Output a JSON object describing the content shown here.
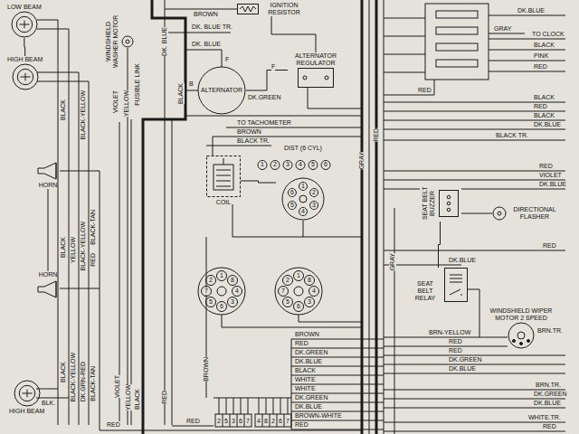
{
  "diagram": {
    "nodes": [
      {
        "text": [
          "LOW BEAM"
        ]
      },
      {
        "text": [
          "IGNITION RESISTOR"
        ]
      },
      {
        "text": [
          "WINDSHIELD WASHER MOTOR"
        ]
      },
      {
        "text": [
          "HIGH BEAM"
        ]
      },
      {
        "text": [
          "ALTERNATOR REGULATOR"
        ]
      },
      {
        "text": [
          "ALTERNATOR"
        ]
      },
      {
        "text": [
          "COIL"
        ]
      },
      {
        "text": [
          "DIST (6 CYL)"
        ]
      },
      {
        "text": [
          "HORN"
        ]
      },
      {
        "text": [
          "SEAT BELT BUZZER"
        ]
      },
      {
        "text": [
          "DIRECTIONAL FLASHER"
        ]
      },
      {
        "text": [
          "HORN"
        ]
      },
      {
        "text": [
          "SEAT BELT RELAY"
        ]
      },
      {
        "text": [
          "WINDSHIELD WIPER MOTOR 2 SPEED"
        ]
      },
      {
        "text": [
          "HIGH BEAM"
        ]
      }
    ],
    "edges": [
      {
        "from": 0,
        "to": 3,
        "arrow": "none"
      },
      {
        "from": 5,
        "to": 4,
        "arrow": "none"
      },
      {
        "from": 4,
        "to": 1,
        "arrow": "none"
      },
      {
        "from": 6,
        "to": 7,
        "arrow": "none"
      },
      {
        "from": 8,
        "to": 11,
        "arrow": "none"
      },
      {
        "from": 9,
        "to": 12,
        "arrow": "none"
      }
    ],
    "labels": [
      "VIOLET",
      "YELLOW",
      "FUSIBLE LINK",
      "BLACK",
      "DK. BLUE",
      "BROWN",
      "DK. BLUE TR.",
      "DK. BLUE",
      "F",
      "B",
      "DK.GREEN",
      "F",
      "TO TACHOMETER",
      "BROWN",
      "BLACK TR.",
      "GRAY",
      "RED",
      "1",
      "2",
      "3",
      "4",
      "5",
      "6",
      "1",
      "2",
      "3",
      "4",
      "5",
      "6",
      "1",
      "8",
      "4",
      "3",
      "6",
      "5",
      "7",
      "2",
      "1",
      "8",
      "4",
      "3",
      "6",
      "5",
      "7",
      "2",
      "DK.BLUE",
      "GRAY",
      "TO CLOCK",
      "BLACK",
      "PINK",
      "RED",
      "RED",
      "BLACK",
      "RED",
      "BLACK",
      "DK.BLUE",
      "BLACK TR.",
      "RED",
      "VIOLET",
      "DK.BLUE",
      "RED",
      "GRAY",
      "DK.BLUE",
      "BRN-YELLOW",
      "BRN.TR.",
      "RED",
      "RED",
      "DK.GREEN",
      "DK.BLUE",
      "BROWN",
      "RED",
      "DK.GREEN",
      "DK.BLUE",
      "BLACK",
      "WHITE",
      "WHITE",
      "DK.GREEN",
      "DK.BLUE",
      "BROWN-WHITE",
      "RED",
      "BRN.TR.",
      "DK.GREEN",
      "DK.BLUE",
      "WHITE.TR.",
      "RED",
      "BLACK",
      "BLACK-YELLOW",
      "BLACK",
      "YELLOW",
      "BLACK-YELLOW",
      "BLACK-TAN",
      "RED",
      "BLACK",
      "BLACK-YELLOW",
      "DK.GRN-RED",
      "BLACK-TAN",
      "VIOLET",
      "YELLOW",
      "BLACK",
      "RED",
      "BROWN",
      "RED",
      "RED",
      "BLK.",
      "2",
      "5",
      "3",
      "6",
      "7",
      "4",
      "8",
      "2",
      "6",
      "7"
    ]
  }
}
